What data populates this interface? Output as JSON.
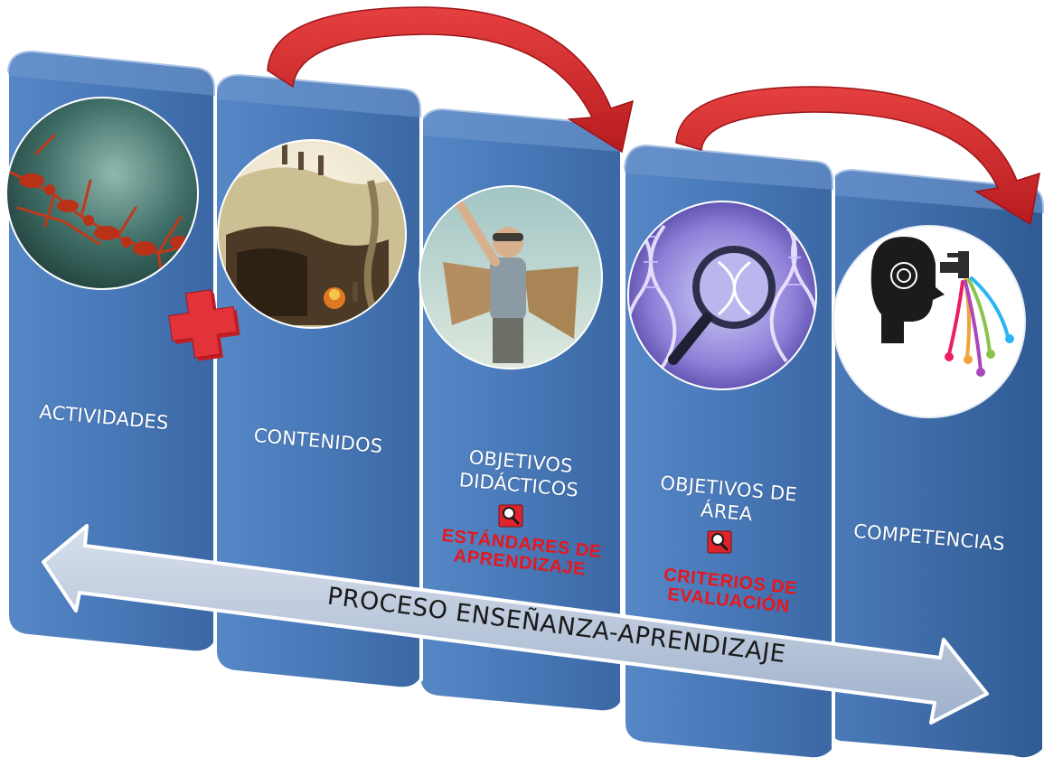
{
  "panels": [
    {
      "label": "ACTIVIDADES",
      "image": "fire-ants-chain"
    },
    {
      "label": "CONTENIDOS",
      "image": "prehistoric-cave-illustration"
    },
    {
      "label_line1": "OBJETIVOS",
      "label_line2": "DIDÁCTICOS",
      "image": "child-with-cardboard-wings",
      "icon": "magnifier-icon",
      "note_line1": "ESTÁNDARES DE",
      "note_line2": "APRENDIZAJE"
    },
    {
      "label_line1": "OBJETIVOS DE",
      "label_line2": "ÁREA",
      "image": "dna-under-magnifier",
      "icon": "magnifier-icon",
      "note_line1": "CRITERIOS DE",
      "note_line2": "EVALUACIÓN"
    },
    {
      "label": "COMPETENCIAS",
      "image": "head-with-faucet"
    }
  ],
  "process": {
    "label": "PROCESO ENSEÑANZA-APRENDIZAJE"
  },
  "colors": {
    "panel_blue": "#4a7ab8",
    "panel_edge": "#ffffff",
    "arrow_red": "#d42a2b",
    "plus_red": "#d8252a",
    "note_red": "#e8161d",
    "process_arrow": "#b9c7dd"
  }
}
